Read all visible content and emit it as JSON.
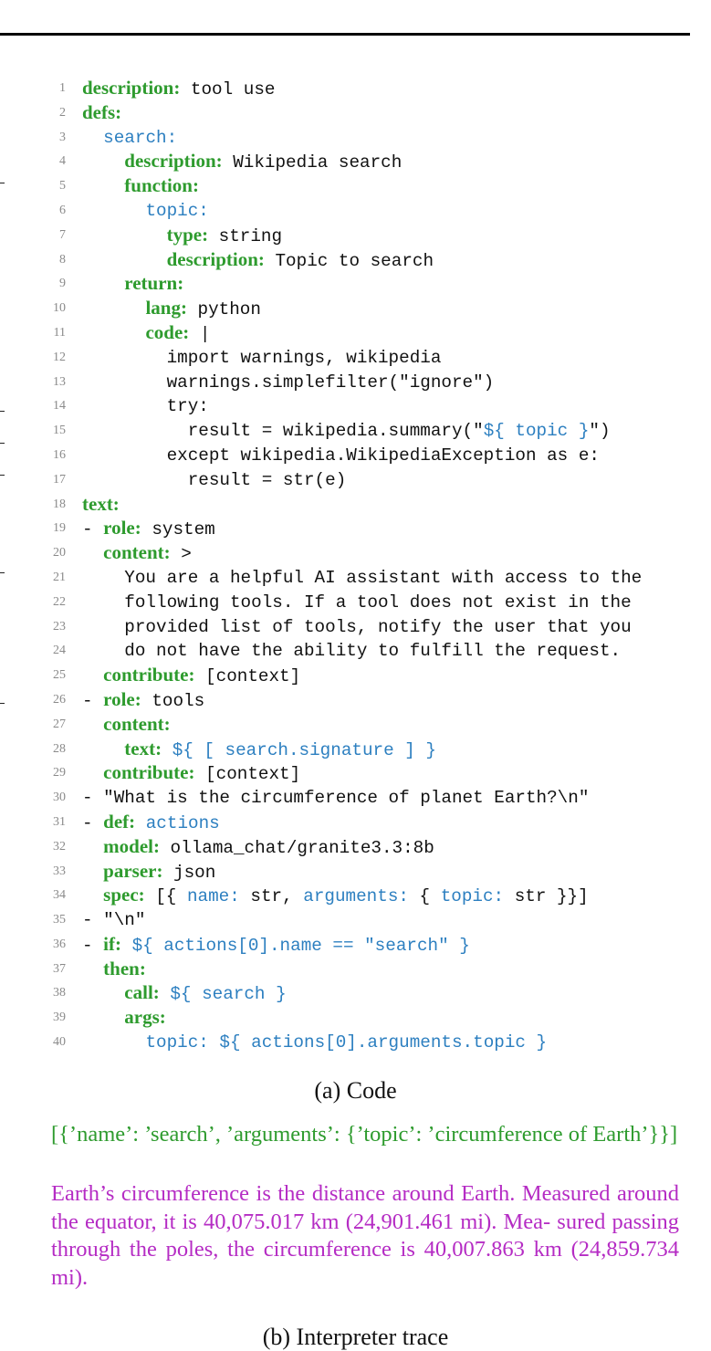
{
  "code_lines": [
    {
      "num": "1",
      "segs": [
        [
          "k",
          "description:"
        ],
        [
          "t",
          " tool use"
        ]
      ]
    },
    {
      "num": "2",
      "segs": [
        [
          "k",
          "defs:"
        ]
      ]
    },
    {
      "num": "3",
      "segs": [
        [
          "t",
          "  "
        ],
        [
          "e",
          "search:"
        ]
      ]
    },
    {
      "num": "4",
      "segs": [
        [
          "t",
          "    "
        ],
        [
          "k",
          "description:"
        ],
        [
          "t",
          " Wikipedia search"
        ]
      ]
    },
    {
      "num": "5",
      "segs": [
        [
          "t",
          "    "
        ],
        [
          "k",
          "function:"
        ]
      ]
    },
    {
      "num": "6",
      "segs": [
        [
          "t",
          "      "
        ],
        [
          "e",
          "topic:"
        ]
      ]
    },
    {
      "num": "7",
      "segs": [
        [
          "t",
          "        "
        ],
        [
          "k",
          "type:"
        ],
        [
          "t",
          " string"
        ]
      ]
    },
    {
      "num": "8",
      "segs": [
        [
          "t",
          "        "
        ],
        [
          "k",
          "description:"
        ],
        [
          "t",
          " Topic to search"
        ]
      ]
    },
    {
      "num": "9",
      "segs": [
        [
          "t",
          "    "
        ],
        [
          "k",
          "return:"
        ]
      ]
    },
    {
      "num": "10",
      "segs": [
        [
          "t",
          "      "
        ],
        [
          "k",
          "lang:"
        ],
        [
          "t",
          " python"
        ]
      ]
    },
    {
      "num": "11",
      "segs": [
        [
          "t",
          "      "
        ],
        [
          "k",
          "code:"
        ],
        [
          "t",
          " |"
        ]
      ]
    },
    {
      "num": "12",
      "segs": [
        [
          "t",
          "        import warnings, wikipedia"
        ]
      ]
    },
    {
      "num": "13",
      "segs": [
        [
          "t",
          "        warnings.simplefilter(\"ignore\")"
        ]
      ]
    },
    {
      "num": "14",
      "segs": [
        [
          "t",
          "        try:"
        ]
      ]
    },
    {
      "num": "15",
      "segs": [
        [
          "t",
          "          result = wikipedia.summary(\""
        ],
        [
          "e",
          "${ topic }"
        ],
        [
          "t",
          "\")"
        ]
      ]
    },
    {
      "num": "16",
      "segs": [
        [
          "t",
          "        except wikipedia.WikipediaException as e:"
        ]
      ]
    },
    {
      "num": "17",
      "segs": [
        [
          "t",
          "          result = str(e)"
        ]
      ]
    },
    {
      "num": "18",
      "segs": [
        [
          "k",
          "text:"
        ]
      ]
    },
    {
      "num": "19",
      "segs": [
        [
          "t",
          "- "
        ],
        [
          "k",
          "role:"
        ],
        [
          "t",
          " system"
        ]
      ]
    },
    {
      "num": "20",
      "segs": [
        [
          "t",
          "  "
        ],
        [
          "k",
          "content:"
        ],
        [
          "t",
          " >"
        ]
      ]
    },
    {
      "num": "21",
      "segs": [
        [
          "t",
          "    You are a helpful AI assistant with access to the"
        ]
      ]
    },
    {
      "num": "22",
      "segs": [
        [
          "t",
          "    following tools. If a tool does not exist in the"
        ]
      ]
    },
    {
      "num": "23",
      "segs": [
        [
          "t",
          "    provided list of tools, notify the user that you"
        ]
      ]
    },
    {
      "num": "24",
      "segs": [
        [
          "t",
          "    do not have the ability to fulfill the request."
        ]
      ]
    },
    {
      "num": "25",
      "segs": [
        [
          "t",
          "  "
        ],
        [
          "k",
          "contribute:"
        ],
        [
          "t",
          " [context]"
        ]
      ]
    },
    {
      "num": "26",
      "segs": [
        [
          "t",
          "- "
        ],
        [
          "k",
          "role:"
        ],
        [
          "t",
          " tools"
        ]
      ]
    },
    {
      "num": "27",
      "segs": [
        [
          "t",
          "  "
        ],
        [
          "k",
          "content:"
        ]
      ]
    },
    {
      "num": "28",
      "segs": [
        [
          "t",
          "    "
        ],
        [
          "k",
          "text:"
        ],
        [
          "t",
          " "
        ],
        [
          "e",
          "${ [ search.signature ] }"
        ]
      ]
    },
    {
      "num": "29",
      "segs": [
        [
          "t",
          "  "
        ],
        [
          "k",
          "contribute:"
        ],
        [
          "t",
          " [context]"
        ]
      ]
    },
    {
      "num": "30",
      "segs": [
        [
          "t",
          "- \"What is the circumference of planet Earth?\\n\""
        ]
      ]
    },
    {
      "num": "31",
      "segs": [
        [
          "t",
          "- "
        ],
        [
          "k",
          "def:"
        ],
        [
          "t",
          " "
        ],
        [
          "e",
          "actions"
        ]
      ]
    },
    {
      "num": "32",
      "segs": [
        [
          "t",
          "  "
        ],
        [
          "k",
          "model:"
        ],
        [
          "t",
          " ollama_chat/granite3.3:8b"
        ]
      ]
    },
    {
      "num": "33",
      "segs": [
        [
          "t",
          "  "
        ],
        [
          "k",
          "parser:"
        ],
        [
          "t",
          " json"
        ]
      ]
    },
    {
      "num": "34",
      "segs": [
        [
          "t",
          "  "
        ],
        [
          "k",
          "spec:"
        ],
        [
          "t",
          " [{ "
        ],
        [
          "e",
          "name:"
        ],
        [
          "t",
          " str, "
        ],
        [
          "e",
          "arguments:"
        ],
        [
          "t",
          " { "
        ],
        [
          "e",
          "topic:"
        ],
        [
          "t",
          " str }}]"
        ]
      ]
    },
    {
      "num": "35",
      "segs": [
        [
          "t",
          "- \"\\n\""
        ]
      ]
    },
    {
      "num": "36",
      "segs": [
        [
          "t",
          "- "
        ],
        [
          "k",
          "if:"
        ],
        [
          "t",
          " "
        ],
        [
          "e",
          "${ actions[0].name == \"search\" }"
        ]
      ]
    },
    {
      "num": "37",
      "segs": [
        [
          "t",
          "  "
        ],
        [
          "k",
          "then:"
        ]
      ]
    },
    {
      "num": "38",
      "segs": [
        [
          "t",
          "    "
        ],
        [
          "k",
          "call:"
        ],
        [
          "t",
          " "
        ],
        [
          "e",
          "${ search }"
        ]
      ]
    },
    {
      "num": "39",
      "segs": [
        [
          "t",
          "    "
        ],
        [
          "k",
          "args:"
        ]
      ]
    },
    {
      "num": "40",
      "segs": [
        [
          "t",
          "      "
        ],
        [
          "e",
          "topic: ${ actions[0].arguments.topic }"
        ]
      ]
    }
  ],
  "captions": {
    "a": "(a) Code",
    "b": "(b) Interpreter trace"
  },
  "trace": {
    "tool_call": "[{’name’: ’search’, ’arguments’: {’topic’: ’circumference of Earth’}}]",
    "result": "Earth’s circumference is the distance around Earth. Measured around the equator, it is 40,075.017 km (24,901.461 mi). Mea- sured passing through the poles, the circumference is 40,007.863 km (24,859.734 mi)."
  },
  "colors": {
    "keyword": "#2e9b2e",
    "expression": "#2c7fc0",
    "text": "#111111",
    "tool_call": "#2e9b2e",
    "result": "#b52cc4"
  }
}
